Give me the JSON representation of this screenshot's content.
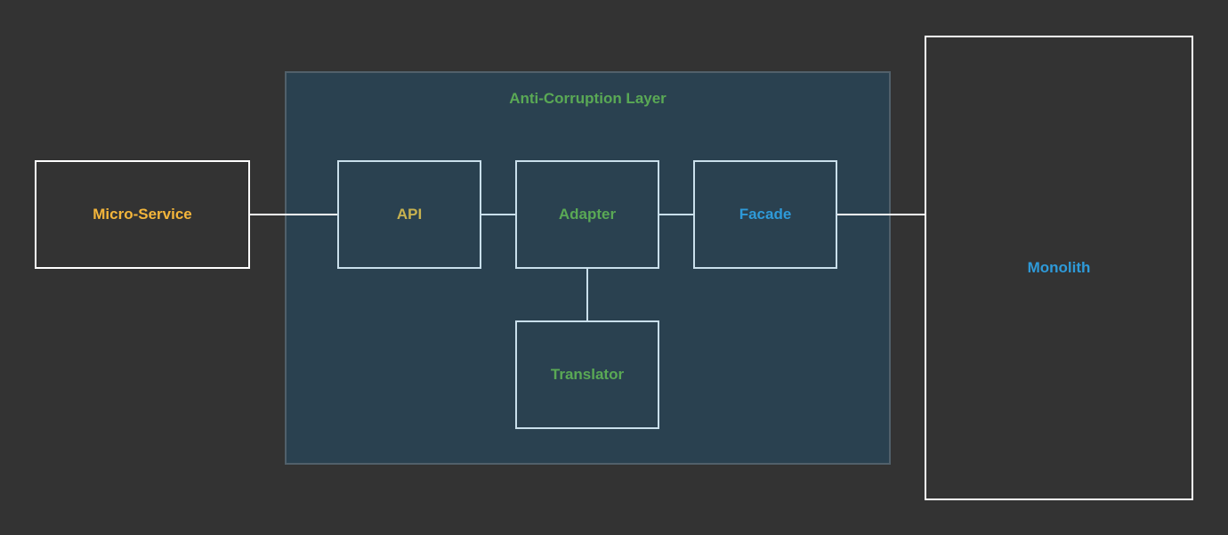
{
  "diagram": {
    "layer": {
      "title": "Anti-Corruption Layer",
      "fill_color": "#2a4150"
    },
    "nodes": {
      "micro_service": {
        "label": "Micro-Service",
        "color": "#f4b63b"
      },
      "api": {
        "label": "API",
        "color": "#c8b24f"
      },
      "adapter": {
        "label": "Adapter",
        "color": "#5aa955"
      },
      "facade": {
        "label": "Facade",
        "color": "#2e9ad9"
      },
      "translator": {
        "label": "Translator",
        "color": "#5aa955"
      },
      "monolith": {
        "label": "Monolith",
        "color": "#2e9ad9"
      }
    },
    "connections": [
      [
        "Micro-Service",
        "API"
      ],
      [
        "API",
        "Adapter"
      ],
      [
        "Adapter",
        "Facade"
      ],
      [
        "Facade",
        "Monolith"
      ],
      [
        "Adapter",
        "Translator"
      ]
    ]
  }
}
